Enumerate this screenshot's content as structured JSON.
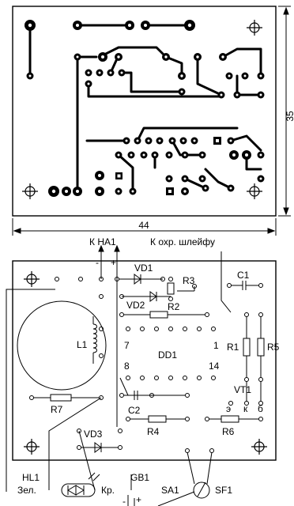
{
  "dimensions": {
    "width": "44",
    "height": "35"
  },
  "connectors": {
    "ha1": "К НА1",
    "loop": "К охр. шлейфу"
  },
  "components": {
    "vd1": "VD1",
    "vd2": "VD2",
    "vd3": "VD3",
    "r1": "R1",
    "r2": "R2",
    "r3": "R3",
    "r4": "R4",
    "r5": "R5",
    "r6": "R6",
    "r7": "R7",
    "c1": "C1",
    "c2": "C2",
    "l1": "L1",
    "dd1": "DD1",
    "vt1": "VT1",
    "hl1": "HL1",
    "hl1_color": "Зел.",
    "gb1": "GB1",
    "gb1_note": "Кр.",
    "sa1": "SA1",
    "sf1": "SF1"
  },
  "chip_pins": {
    "p7": "7",
    "p1": "1",
    "p8": "8",
    "p14": "14"
  },
  "transistor_pins": {
    "e": "э",
    "k": "к",
    "b": "б"
  },
  "polarity": {
    "minus": "-",
    "plus": "+"
  }
}
